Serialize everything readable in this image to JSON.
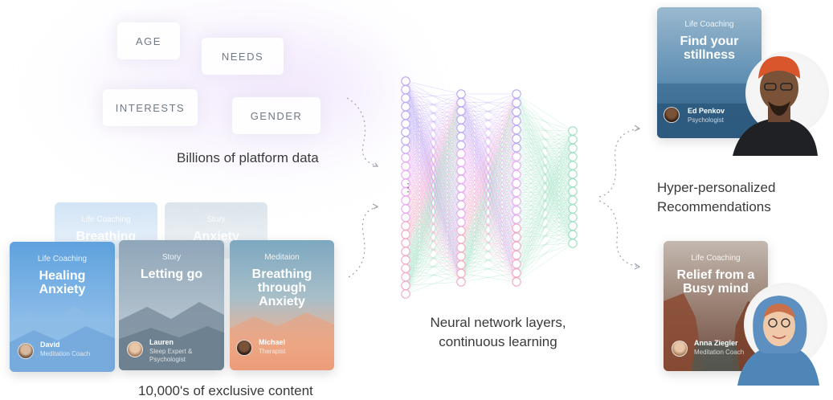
{
  "input_tags": [
    "AGE",
    "NEEDS",
    "INTERESTS",
    "GENDER"
  ],
  "captions": {
    "platform_data": "Billions of platform data",
    "content": "10,000's of  exclusive content",
    "network_line1": "Neural network layers,",
    "network_line2": "continuous learning",
    "output_line1": "Hyper-personalized",
    "output_line2": "Recommendations"
  },
  "ghost_cards": [
    {
      "category": "Life Coaching",
      "title": "Breathing"
    },
    {
      "category": "Story",
      "title": "Anxiety"
    }
  ],
  "content_cards": [
    {
      "category": "Life Coaching",
      "title": "Healing Anxiety",
      "name": "David",
      "role": "Meditation Coach",
      "colors": [
        "#6aa8e0",
        "#9fc6ee"
      ]
    },
    {
      "category": "Story",
      "title": "Letting go",
      "name": "Lauren",
      "role": "Sleep Expert & Psychologist",
      "colors": [
        "#8fa3b5",
        "#c6d1d9"
      ]
    },
    {
      "category": "Meditaion",
      "title": "Breathing through Anxiety",
      "name": "Michael",
      "role": "Therapist",
      "colors": [
        "#7fa9bf",
        "#f0a27c"
      ]
    }
  ],
  "recommendation_cards": [
    {
      "category": "Life Coaching",
      "title": "Find your stillness",
      "name": "Ed Penkov",
      "role": "Psychologist",
      "colors": [
        "#8db0c8",
        "#2f5f86"
      ]
    },
    {
      "category": "Life Coaching",
      "title": "Relief from a Busy mind",
      "name": "Anna Ziegler",
      "role": "Meditation Coach",
      "colors": [
        "#b7a9a0",
        "#6e4a3a"
      ]
    }
  ],
  "network": {
    "layer_sizes": [
      26,
      23,
      22,
      14
    ],
    "gradient_colors": [
      "#b9a6f5",
      "#e6a8f2",
      "#f3a8c0",
      "#9be0c0"
    ]
  }
}
